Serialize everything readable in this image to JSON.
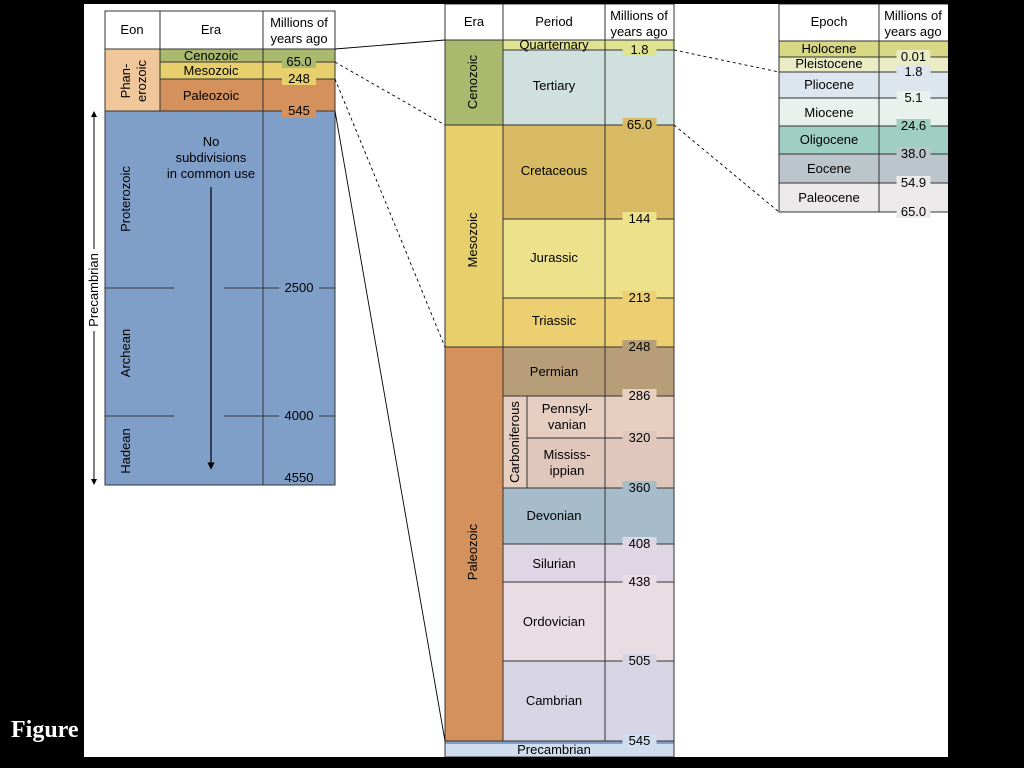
{
  "colors": {
    "cenozoic": "#a9b96e",
    "mesozoic": "#e7cf6b",
    "paleozoic": "#d4915c",
    "phanerozoic": "#f0c79b",
    "precambrian": "#7f9fc8",
    "quaternary": "#dfe28f",
    "tertiary": "#cfe0df",
    "cretaceous": "#d7ba63",
    "jurassic": "#eee18c",
    "triassic": "#eccf71",
    "permian": "#b79e78",
    "pennsylvanian": "#e6cfc1",
    "mississippian": "#e0c7bb",
    "devonian": "#a7bccb",
    "silurian": "#ded6e4",
    "ordovician": "#e9dce2",
    "cambrian": "#d7d4e4",
    "holocene": "#d7d784",
    "pleistocene": "#e9ecc5",
    "pliocene": "#dde6ef",
    "miocene": "#e8f1ec",
    "oligocene": "#9fcfc2",
    "eocene": "#bcc5cc",
    "paleocene": "#ebe9ea",
    "precambrian_bar": "#cfddee"
  },
  "eon_table": {
    "headers": {
      "eon": "Eon",
      "era": "Era",
      "mya": "Millions of years ago"
    },
    "eons": {
      "phanerozoic": "Phan-erozoic",
      "proterozoic": "Proterozoic",
      "archean": "Archean",
      "hadean": "Hadean",
      "precambrian": "Precambrian"
    },
    "eras": {
      "cenozoic": "Cenozoic",
      "mesozoic": "Mesozoic",
      "paleozoic": "Paleozoic"
    },
    "note": "No subdivisions in common use",
    "ages": [
      "65.0",
      "248",
      "545",
      "2500",
      "4000",
      "4550"
    ]
  },
  "period_table": {
    "headers": {
      "era": "Era",
      "period": "Period",
      "mya": "Millions of years ago"
    },
    "eras": [
      "Cenozoic",
      "Mesozoic",
      "Paleozoic"
    ],
    "carboniferous": "Carboniferous",
    "periods": [
      "Quarternary",
      "Tertiary",
      "Cretaceous",
      "Jurassic",
      "Triassic",
      "Permian",
      "Pennsyl-vanian",
      "Mississ-ippian",
      "Devonian",
      "Silurian",
      "Ordovician",
      "Cambrian",
      "Precambrian"
    ],
    "ages": [
      "1.8",
      "65.0",
      "144",
      "213",
      "248",
      "286",
      "320",
      "360",
      "408",
      "438",
      "505",
      "545"
    ]
  },
  "epoch_table": {
    "headers": {
      "epoch": "Epoch",
      "mya": "Millions of years ago"
    },
    "epochs": [
      "Holocene",
      "Pleistocene",
      "Pliocene",
      "Miocene",
      "Oligocene",
      "Eocene",
      "Paleocene"
    ],
    "ages": [
      "0.01",
      "1.8",
      "5.1",
      "24.6",
      "38.0",
      "54.9",
      "65.0"
    ]
  },
  "caption": "Figure"
}
